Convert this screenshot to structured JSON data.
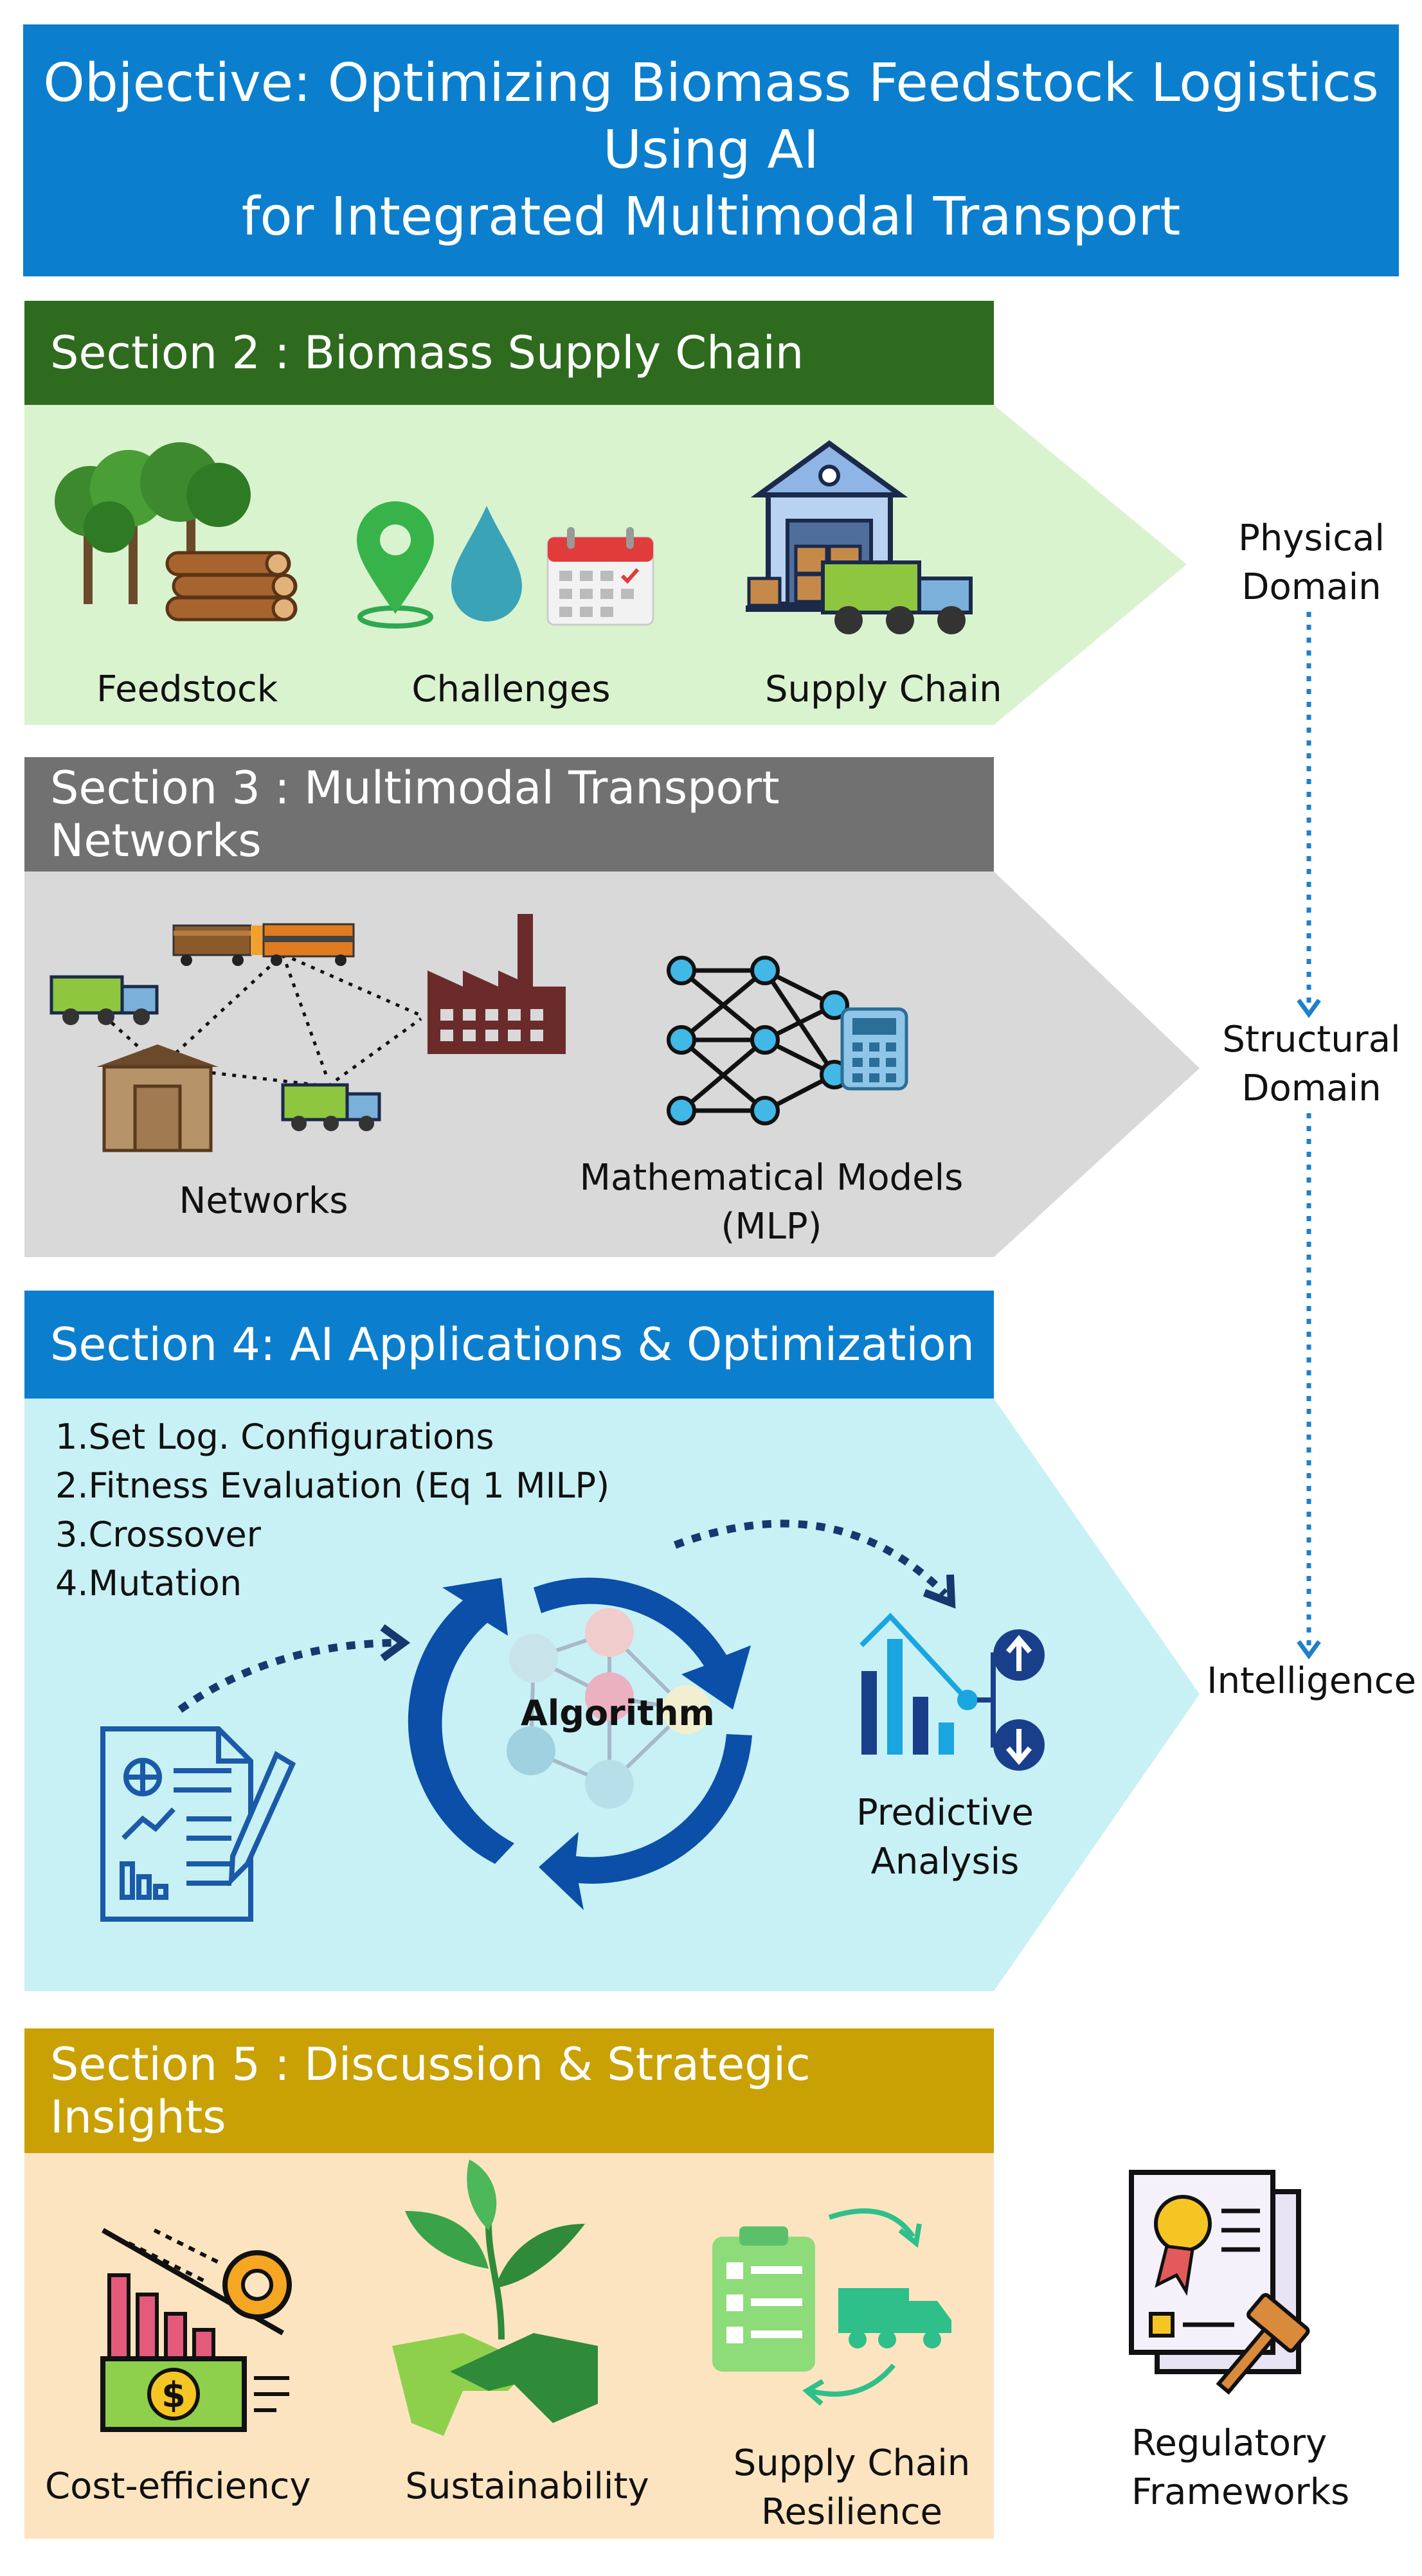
{
  "objective": {
    "line1": "Objective:  Optimizing Biomass Feedstock Logistics Using AI",
    "line2": "for Integrated Multimodal Transport"
  },
  "section2": {
    "title": "Section 2 : Biomass Supply Chain",
    "items": [
      "Feedstock",
      "Challenges",
      "Supply Chain"
    ]
  },
  "section3": {
    "title": "Section 3 : Multimodal Transport Networks",
    "items": [
      "Networks",
      "Mathematical Models",
      "(MLP)"
    ]
  },
  "section4": {
    "title": "Section 4: AI Applications & Optimization",
    "steps": [
      "1.Set Log. Configurations",
      "2.Fitness Evaluation (Eq 1 MILP)",
      "3.Crossover",
      "4.Mutation"
    ],
    "algorithm": "Algorithm",
    "predictive": [
      "Predictive",
      "Analysis"
    ]
  },
  "section5": {
    "title": "Section 5 : Discussion & Strategic Insights",
    "items": [
      "Cost-efficiency",
      "Sustainability",
      "Supply Chain",
      "Resilience"
    ]
  },
  "domains": {
    "physical": [
      "Physical",
      "Domain"
    ],
    "structural": [
      "Structural",
      "Domain"
    ],
    "intelligence": "Intelligence"
  },
  "regulatory": [
    "Regulatory",
    "Frameworks"
  ],
  "colors": {
    "objective_bg": "#0b7fce",
    "sec2_header": "#2e6b1e",
    "sec2_panel": "#d9f3cf",
    "sec3_header": "#717171",
    "sec3_panel": "#d9d9d9",
    "sec4_header": "#0b7fce",
    "sec4_panel": "#c8f1f5",
    "sec5_header": "#c9a105",
    "sec5_panel": "#fde4c1",
    "dotted": "#1f7fc9"
  }
}
